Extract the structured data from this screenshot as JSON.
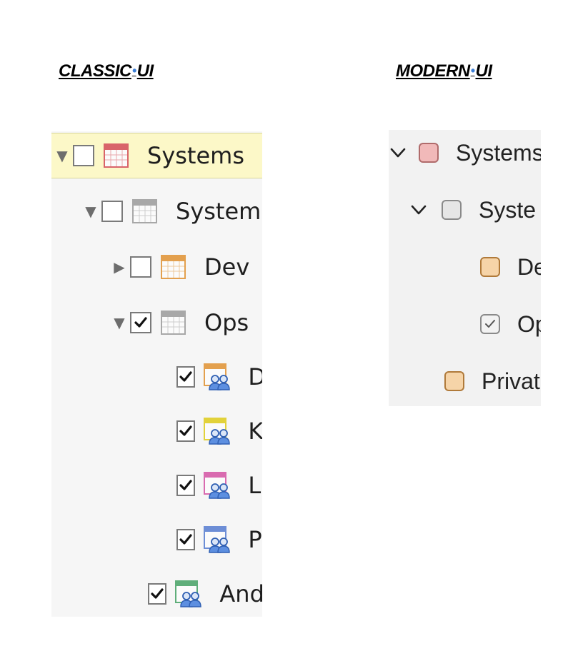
{
  "headings": {
    "classic_part1": "CLASSIC",
    "classic_sep": "•",
    "classic_part2": "UI",
    "modern_part1": "MODERN",
    "modern_sep": "•",
    "modern_part2": "UI"
  },
  "classic_tree": {
    "rows": [
      {
        "label": "Systems",
        "expander": "expanded",
        "checked": false,
        "icon": "calendar-icon",
        "icon_color": "#d9646a",
        "selected": true
      },
      {
        "label": "System",
        "expander": "expanded",
        "checked": false,
        "icon": "calendar-icon",
        "icon_color": "#a8a8a8",
        "selected": false
      },
      {
        "label": "Dev",
        "expander": "collapsed",
        "checked": false,
        "icon": "calendar-icon",
        "icon_color": "#e3a04e",
        "selected": false
      },
      {
        "label": "Ops",
        "expander": "expanded",
        "checked": true,
        "icon": "calendar-icon",
        "icon_color": "#a8a8a8",
        "selected": false
      },
      {
        "label": "D",
        "expander": "none",
        "checked": true,
        "icon": "group-icon",
        "icon_color": "#e3a04e",
        "selected": false
      },
      {
        "label": "K",
        "expander": "none",
        "checked": true,
        "icon": "group-icon",
        "icon_color": "#e2d23a",
        "selected": false
      },
      {
        "label": "La",
        "expander": "none",
        "checked": true,
        "icon": "group-icon",
        "icon_color": "#d96bb0",
        "selected": false
      },
      {
        "label": "Pr",
        "expander": "none",
        "checked": true,
        "icon": "group-icon",
        "icon_color": "#6d8ed6",
        "selected": false
      },
      {
        "label": "And",
        "expander": "none",
        "checked": true,
        "icon": "group-icon",
        "icon_color": "#5fae7a",
        "selected": false
      }
    ]
  },
  "modern_tree": {
    "rows": [
      {
        "label": "Systems",
        "expander": "expanded-partial",
        "box": "color",
        "box_color": "#f1b9b9",
        "box_border": "#b06b6b"
      },
      {
        "label": "Syste",
        "expander": "expanded",
        "box": "color",
        "box_color": "#e6e6e6",
        "box_border": "#8a8a8a"
      },
      {
        "label": "De",
        "expander": "none",
        "box": "color",
        "box_color": "#f6d4a8",
        "box_border": "#b07a3a"
      },
      {
        "label": "Op",
        "expander": "none",
        "box": "checked",
        "box_color": "#f2f2f2",
        "box_border": "#8a8a8a"
      },
      {
        "label": "Privat",
        "expander": "none",
        "box": "color",
        "box_color": "#f6d4a8",
        "box_border": "#b07a3a"
      }
    ]
  }
}
